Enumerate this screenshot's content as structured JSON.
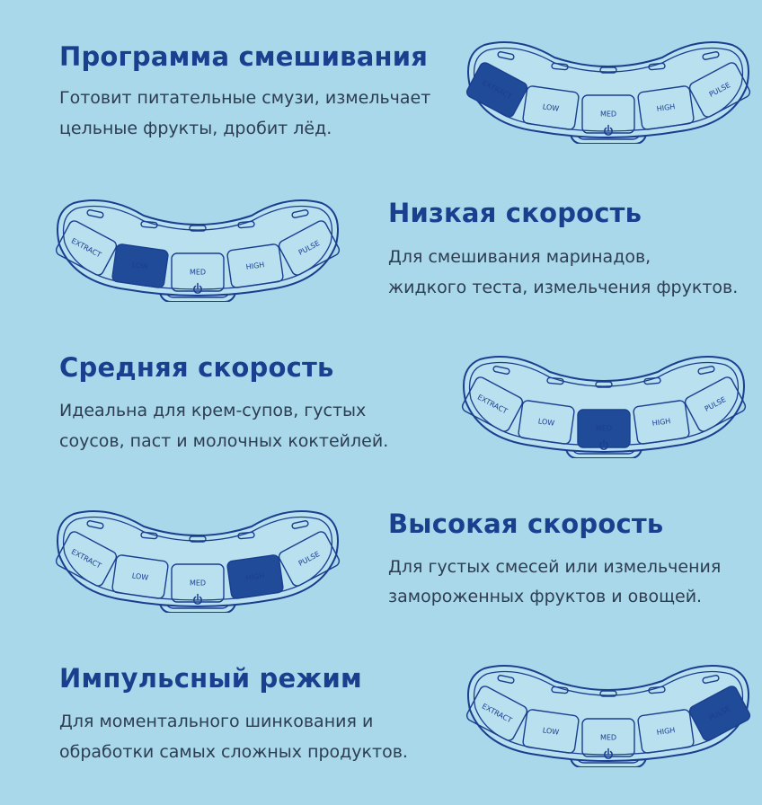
{
  "colors": {
    "background": "#a9d8ea",
    "accent": "#1b3f8f",
    "text": "#2d3d52",
    "active_button": "#1f4b99"
  },
  "panel_buttons": [
    "EXTRACT",
    "LOW",
    "MED",
    "HIGH",
    "PULSE"
  ],
  "power_icon": "power-icon",
  "sections": [
    {
      "title": "Программа смешивания",
      "desc": [
        "Готовит питательные смузи, измельчает",
        "цельные фрукты, дробит лёд."
      ],
      "active": "EXTRACT"
    },
    {
      "title": "Низкая скорость",
      "desc": [
        "Для смешивания маринадов,",
        "жидкого теста, измельчения фруктов."
      ],
      "active": "LOW"
    },
    {
      "title": "Средняя скорость",
      "desc": [
        "Идеальна для крем-супов, густых",
        "соусов, паст и молочных коктейлей."
      ],
      "active": "MED"
    },
    {
      "title": "Высокая скорость",
      "desc": [
        "Для густых смесей или измельчения",
        "замороженных фруктов и овощей."
      ],
      "active": "HIGH"
    },
    {
      "title": "Импульсный режим",
      "desc": [
        "Для моментального шинкования и",
        "обработки самых сложных продуктов."
      ],
      "active": "PULSE"
    }
  ]
}
